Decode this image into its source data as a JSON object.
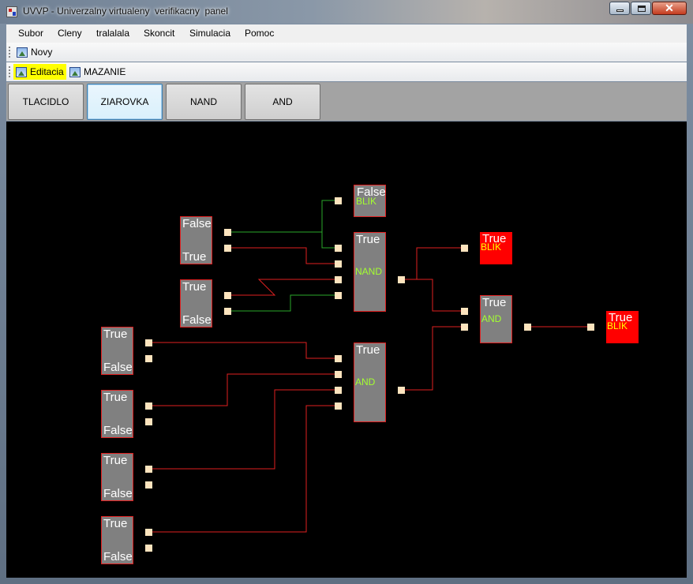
{
  "window": {
    "title": "UVVP - Univerzalny virtualeny  verifikacny  panel"
  },
  "menu": [
    "Subor",
    "Cleny",
    "tralalala",
    "Skoncit",
    "Simulacia",
    "Pomoc"
  ],
  "toolbar1": {
    "new_label": "Novy"
  },
  "toolbar2": {
    "edit_label": "Editacia",
    "delete_label": "MAZANIE"
  },
  "components": [
    "TLACIDLO",
    "ZIAROVKA",
    "NAND",
    "AND"
  ],
  "canvas": {
    "switches": [
      {
        "top": "False",
        "bottom": "True"
      },
      {
        "top": "True",
        "bottom": "False"
      },
      {
        "top": "True",
        "bottom": "False"
      },
      {
        "top": "True",
        "bottom": "False"
      },
      {
        "top": "True",
        "bottom": "False"
      },
      {
        "top": "True",
        "bottom": "False"
      }
    ],
    "lamp_top": {
      "value": "False",
      "type": "BLIK"
    },
    "nand_gate": {
      "value": "True",
      "type": "NAND"
    },
    "and_gate_1": {
      "value": "True",
      "type": "AND"
    },
    "and_gate_2": {
      "value": "True",
      "type": "AND"
    },
    "lamp_mid": {
      "value": "True",
      "type": "BLIK"
    },
    "lamp_out": {
      "value": "True",
      "type": "BLIK"
    }
  },
  "colors": {
    "wire_active": "#e02020",
    "wire_inactive": "#2aa82a",
    "pin": "#fde4be",
    "lamp_on": "#ff0000",
    "gate_body": "#808080"
  }
}
